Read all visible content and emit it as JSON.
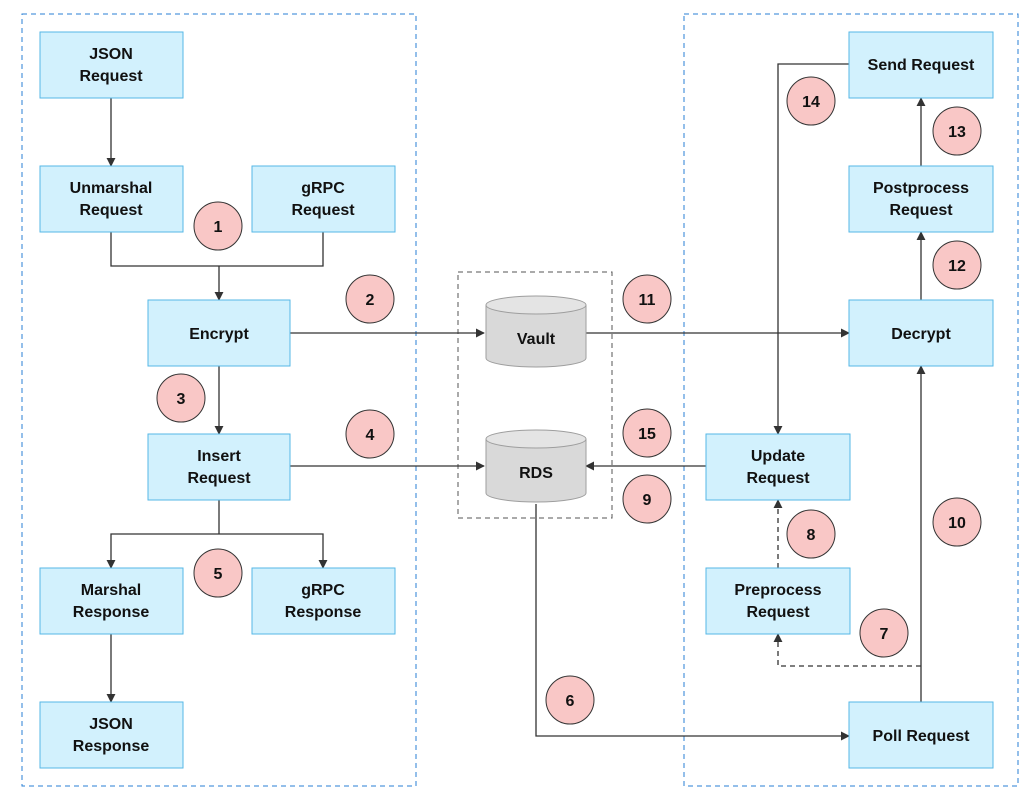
{
  "nodes": {
    "json_request": [
      "JSON",
      "Request"
    ],
    "unmarshal_request": [
      "Unmarshal",
      "Request"
    ],
    "grpc_request": [
      "gRPC",
      "Request"
    ],
    "encrypt": [
      "Encrypt"
    ],
    "insert_request": [
      "Insert",
      "Request"
    ],
    "marshal_response": [
      "Marshal",
      "Response"
    ],
    "grpc_response": [
      "gRPC",
      "Response"
    ],
    "json_response": [
      "JSON",
      "Response"
    ],
    "send_request": [
      "Send Request"
    ],
    "postprocess_request": [
      "Postprocess",
      "Request"
    ],
    "decrypt": [
      "Decrypt"
    ],
    "update_request": [
      "Update",
      "Request"
    ],
    "preprocess_request": [
      "Preprocess",
      "Request"
    ],
    "poll_request": [
      "Poll Request"
    ]
  },
  "databases": {
    "vault": "Vault",
    "rds": "RDS"
  },
  "steps": [
    "1",
    "2",
    "3",
    "4",
    "5",
    "6",
    "7",
    "8",
    "9",
    "10",
    "11",
    "12",
    "13",
    "14",
    "15"
  ],
  "colors": {
    "box_fill": "#d2f1fd",
    "box_stroke": "#56b7e6",
    "badge_fill": "#f9c7c6",
    "group_border": "#2a7fd4",
    "db_fill": "#d9d9d9"
  }
}
